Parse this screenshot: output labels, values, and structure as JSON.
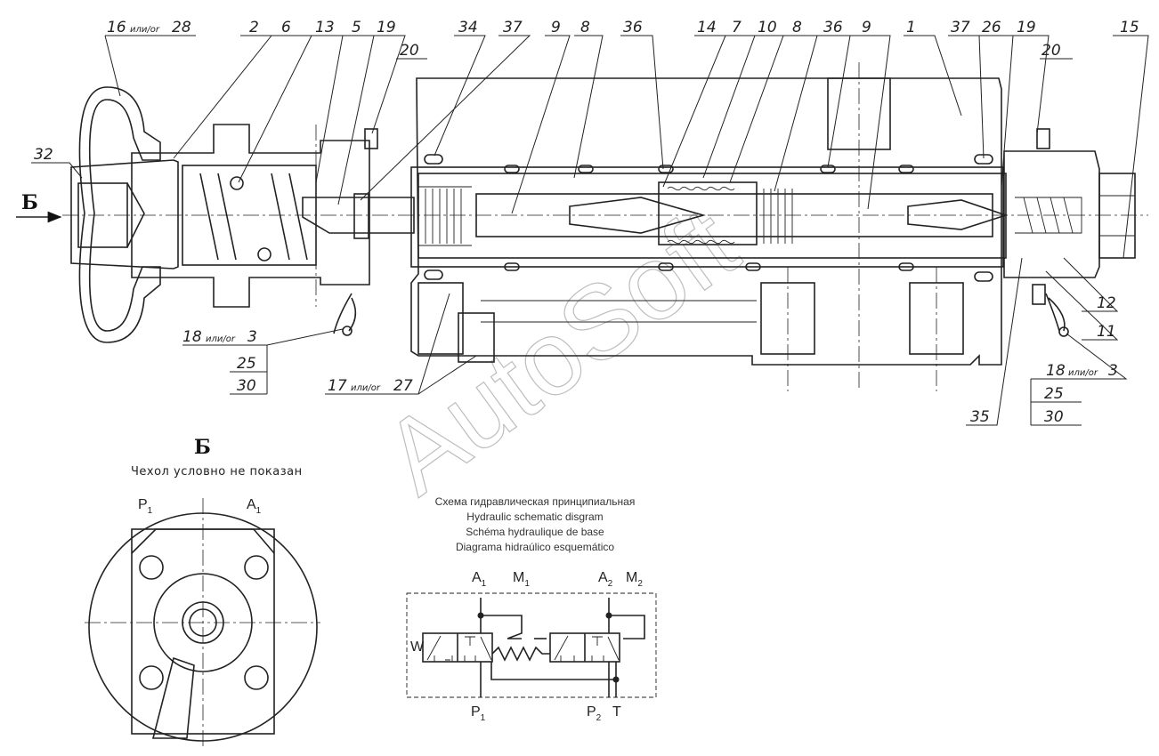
{
  "callouts_top": [
    "16",
    "или/or",
    "28",
    "2",
    "6",
    "13",
    "5",
    "19",
    "20",
    "34",
    "37",
    "9",
    "8",
    "36",
    "14",
    "7",
    "10",
    "8",
    "36",
    "9",
    "1",
    "37",
    "26",
    "19",
    "20",
    "15"
  ],
  "callouts_right": [
    "12",
    "11",
    "18",
    "или/or",
    "3",
    "25",
    "30",
    "35"
  ],
  "callouts_left": [
    "32",
    "18",
    "или/or",
    "3",
    "25",
    "30",
    "17",
    "или/or",
    "27"
  ],
  "view": {
    "arrow_label": "Б",
    "title": "Б",
    "note": "Чехол условно не показан",
    "ports": [
      {
        "letter": "P",
        "sub": "1"
      },
      {
        "letter": "A",
        "sub": "1"
      }
    ]
  },
  "schematic": {
    "captions": [
      "Схема гидравлическая принципиальная",
      "Hydraulic schematic disgram",
      "Schéma hydraulique de base",
      "Diagrama hidraúlico esquemático"
    ],
    "ports_top": [
      {
        "letter": "A",
        "sub": "1"
      },
      {
        "letter": "M",
        "sub": "1"
      },
      {
        "letter": "A",
        "sub": "2"
      },
      {
        "letter": "M",
        "sub": "2"
      }
    ],
    "ports_bottom": [
      {
        "letter": "P",
        "sub": "1"
      },
      {
        "letter": "P",
        "sub": "2"
      },
      {
        "letter": "T",
        "sub": ""
      }
    ],
    "spring_label": "W"
  },
  "watermark": "AutoSoft"
}
